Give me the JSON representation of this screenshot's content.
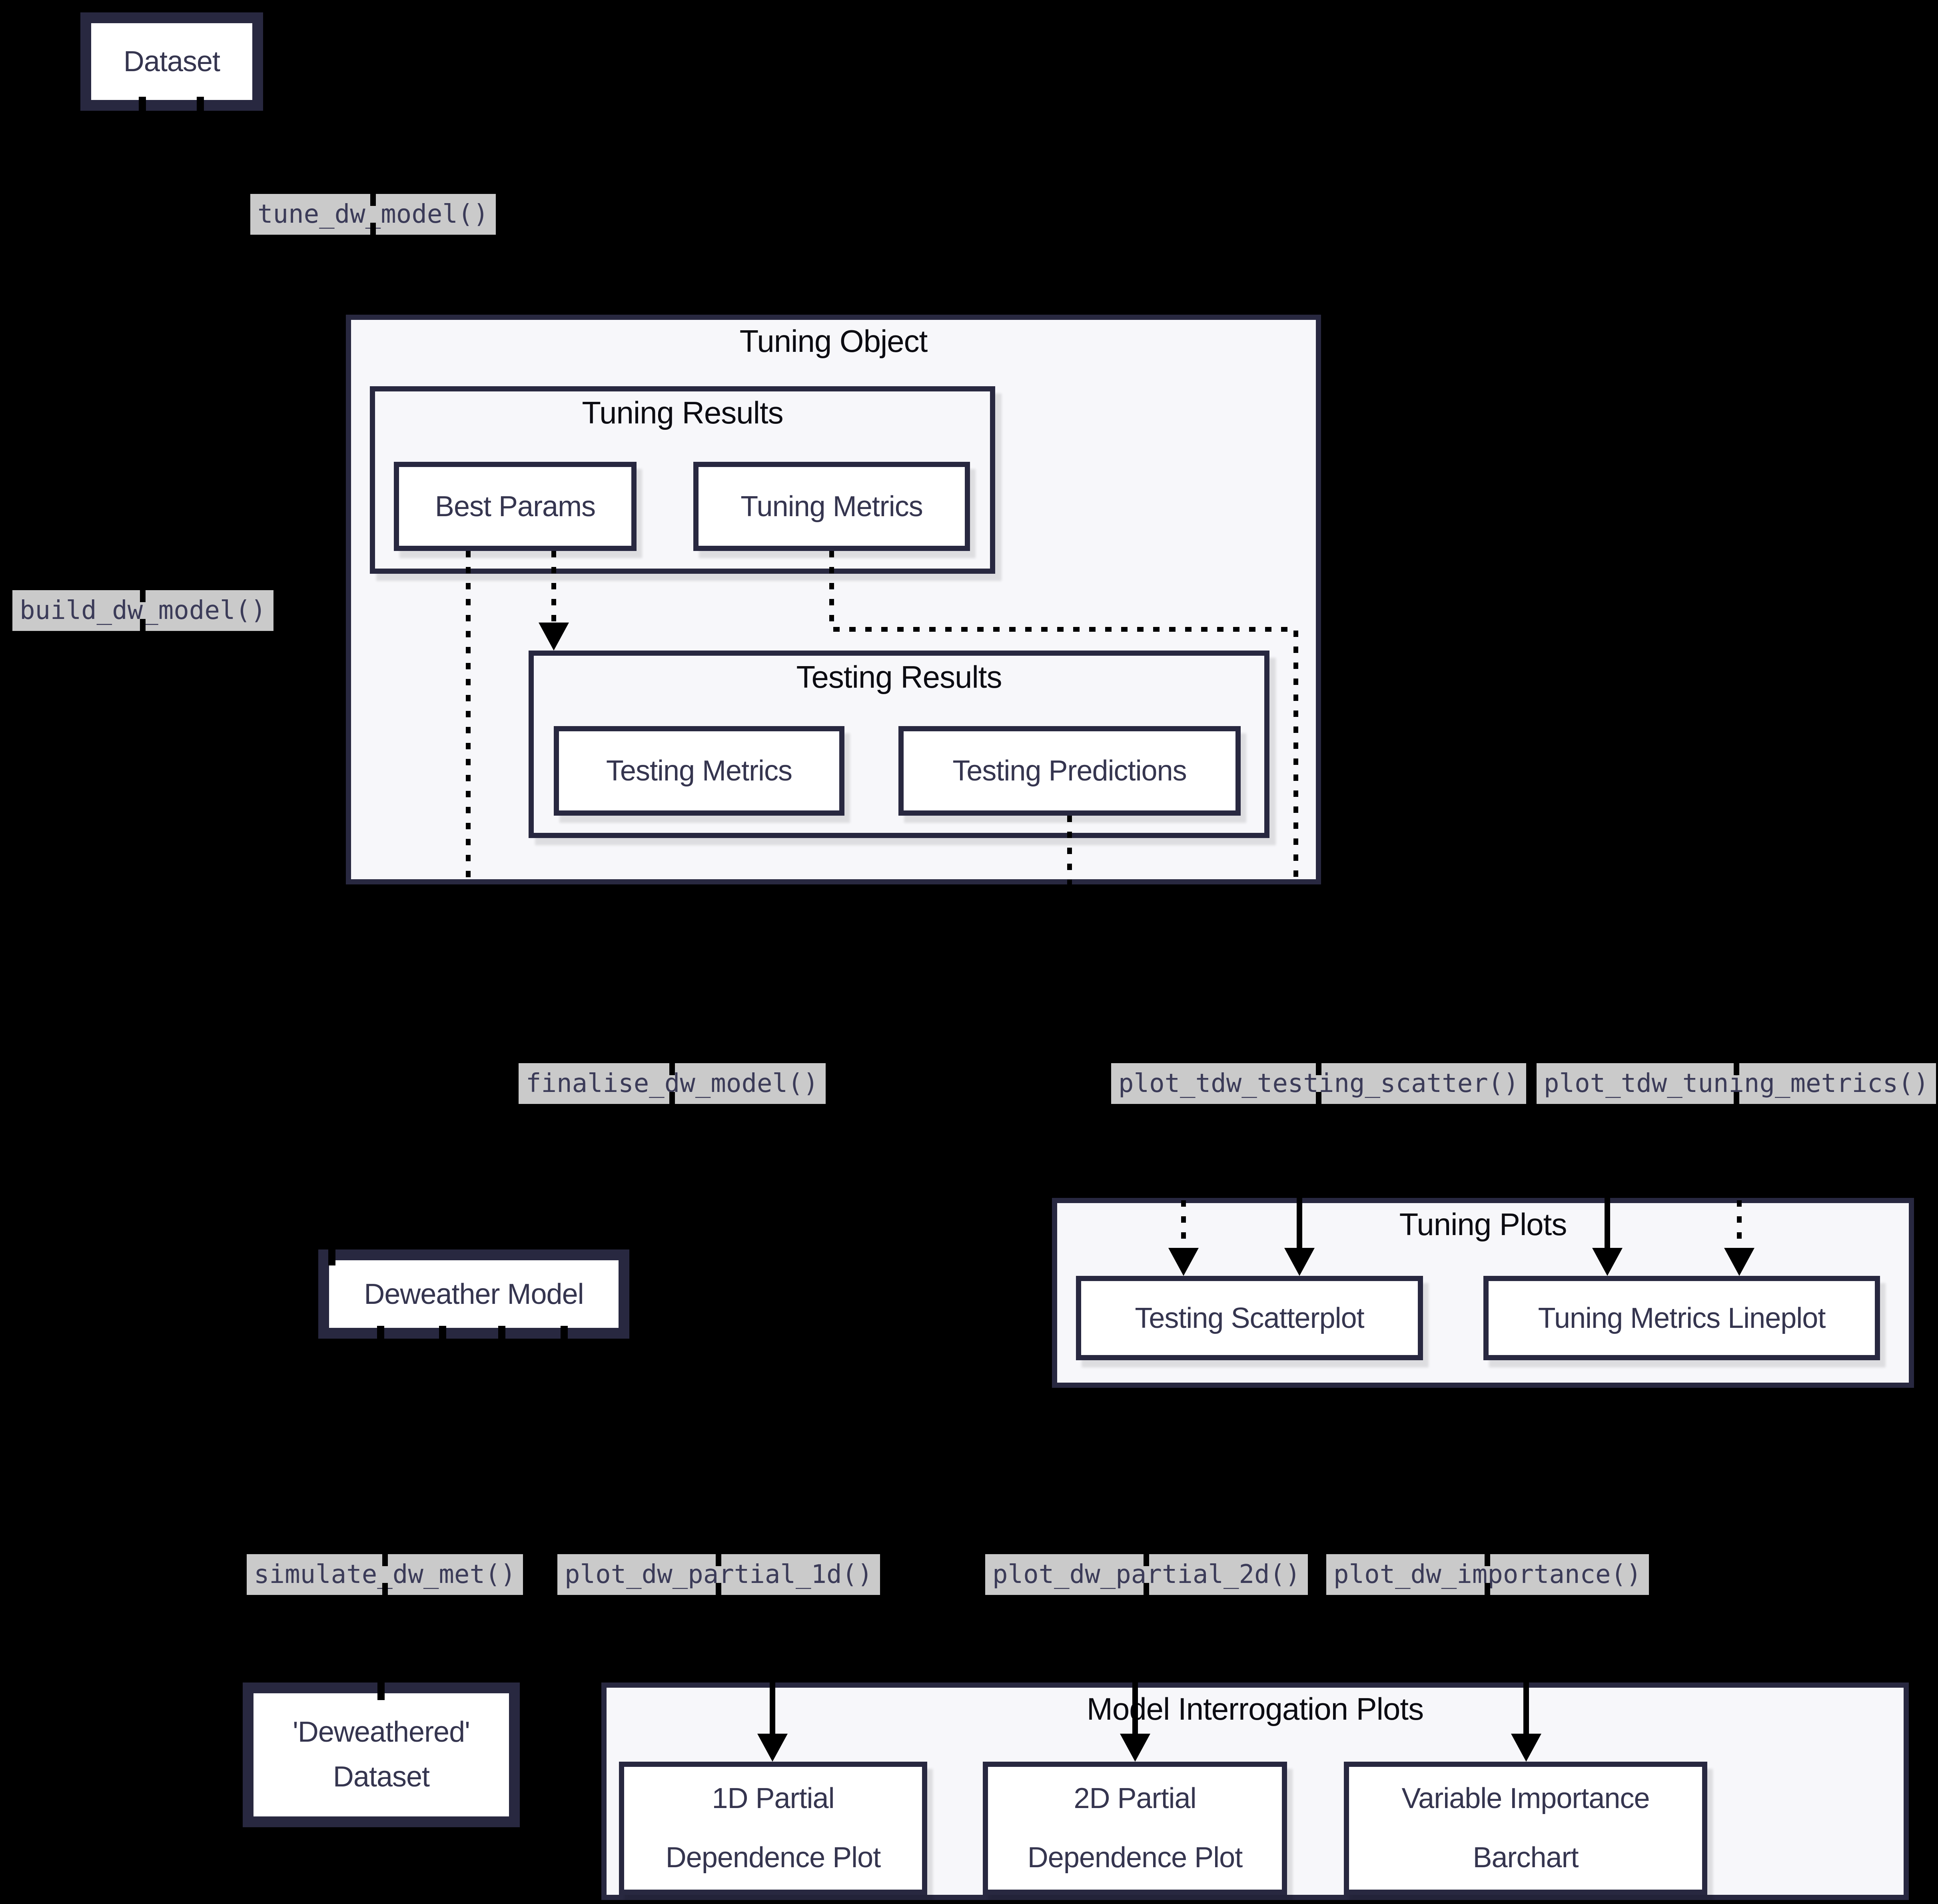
{
  "diagram": {
    "type": "flowchart",
    "background_color": "#000000",
    "colors": {
      "container_fill": "#f7f7fa",
      "node_fill": "#ffffff",
      "border": "#282840",
      "node_text": "#35354f",
      "title_text": "#0c0c12",
      "edge": "#000000",
      "function_label_bg": "#cacaca",
      "function_label_text": "#3b3b58"
    },
    "containers": {
      "tuning_object": {
        "title": "Tuning Object"
      },
      "tuning_results": {
        "title": "Tuning Results"
      },
      "testing_results": {
        "title": "Testing Results"
      },
      "tuning_plots": {
        "title": "Tuning Plots"
      },
      "model_interrogation_plots": {
        "title": "Model Interrogation Plots"
      }
    },
    "nodes": {
      "dataset": {
        "label": "Dataset"
      },
      "best_params": {
        "label": "Best Params"
      },
      "tuning_metrics": {
        "label": "Tuning Metrics"
      },
      "testing_metrics": {
        "label": "Testing Metrics"
      },
      "testing_predictions": {
        "label": "Testing Predictions"
      },
      "deweather_model": {
        "label": "Deweather Model"
      },
      "testing_scatterplot": {
        "label": "Testing Scatterplot"
      },
      "tuning_metrics_lineplot": {
        "label": "Tuning Metrics Lineplot"
      },
      "deweathered_dataset": {
        "line1": "'Deweathered'",
        "line2": "Dataset"
      },
      "pdp_1d": {
        "line1": "1D Partial",
        "line2": "Dependence Plot"
      },
      "pdp_2d": {
        "line1": "2D Partial",
        "line2": "Dependence Plot"
      },
      "variable_importance": {
        "line1": "Variable Importance",
        "line2": "Barchart"
      }
    },
    "function_labels": {
      "tune": "tune_dw_model()",
      "build": "build_dw_model()",
      "finalise": "finalise_dw_model()",
      "plot_tdw_testing_scatter": "plot_tdw_testing_scatter()",
      "plot_tdw_tuning_metrics": "plot_tdw_tuning_metrics()",
      "simulate": "simulate_dw_met()",
      "plot_dw_partial_1d": "plot_dw_partial_1d()",
      "plot_dw_partial_2d": "plot_dw_partial_2d()",
      "plot_dw_importance": "plot_dw_importance()"
    }
  }
}
